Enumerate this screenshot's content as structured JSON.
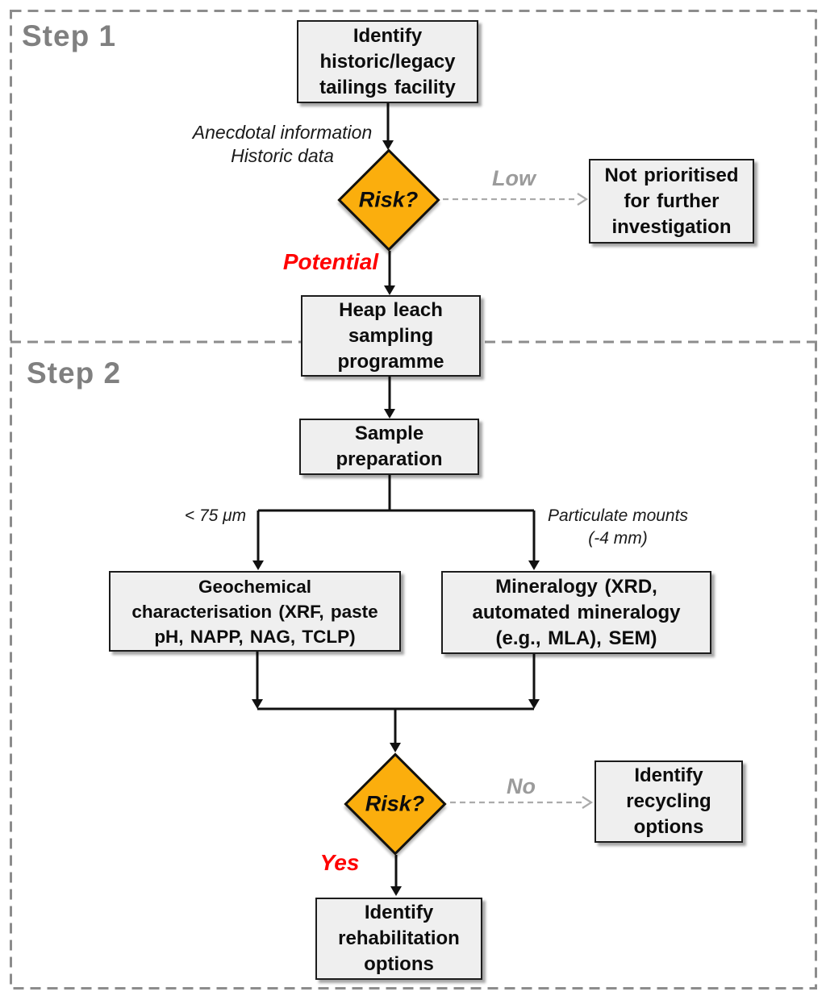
{
  "figure": {
    "type": "flowchart",
    "title": "Heap leach / tailings facility risk assessment flowchart"
  },
  "steps": [
    {
      "label": "Step 1"
    },
    {
      "label": "Step 2"
    }
  ],
  "nodes": {
    "identify_facility": "Identify\nhistoric/legacy\ntailings facility",
    "risk1": "Risk?",
    "not_prioritised": "Not prioritised\nfor further\ninvestigation",
    "heap_leach": "Heap leach\nsampling\nprogramme",
    "sample_preparation": "Sample\npreparation",
    "geochemical": "Geochemical\ncharacterisation (XRF, paste\npH, NAPP, NAG, TCLP)",
    "mineralogy": "Mineralogy (XRD,\nautomated mineralogy\n(e.g., MLA), SEM)",
    "risk2": "Risk?",
    "recycling": "Identify\nrecycling\noptions",
    "rehabilitation": "Identify\nrehabilitation\noptions"
  },
  "edge_labels": {
    "anecdotal": "Anecdotal information\nHistoric data",
    "low": "Low",
    "potential": "Potential",
    "lt_75um": "< 75 μm",
    "particulate": "Particulate mounts\n(-4 mm)",
    "no": "No",
    "yes": "Yes"
  },
  "colors": {
    "diamond_fill": "#FBAE0D",
    "box_fill": "#EFEFEF",
    "box_border": "#1C1C1C",
    "step_label": "#808080",
    "negative_label": "#9B9B9B",
    "positive_label": "#FF0000",
    "dashed_border": "#8C8C8C",
    "dashed_connector": "#ABABAB",
    "solid_connector": "#111111"
  }
}
